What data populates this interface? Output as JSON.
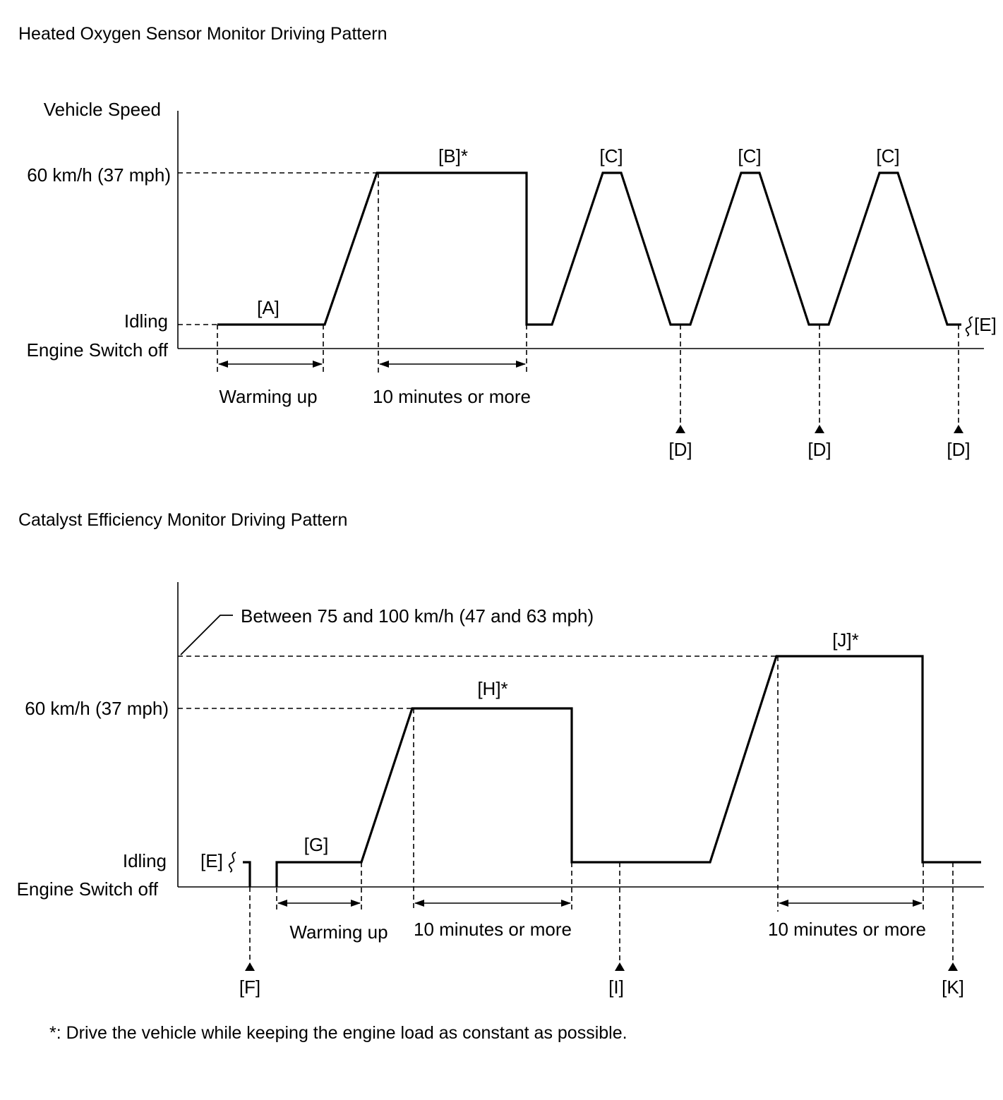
{
  "diagrams": [
    {
      "title": "Heated Oxygen Sensor Monitor Driving Pattern",
      "y_axis_label": "Vehicle Speed",
      "levels": {
        "speed_60": "60 km/h (37 mph)",
        "idling": "Idling",
        "engine_off": "Engine Switch off"
      },
      "phases": {
        "A": "[A]",
        "B": "[B]*",
        "C": "[C]",
        "D": "[D]",
        "E": "[E]"
      },
      "durations": {
        "warming_up": "Warming up",
        "ten_min": "10 minutes or more"
      }
    },
    {
      "title": "Catalyst Efficiency Monitor Driving Pattern",
      "levels": {
        "speed_high": "Between 75 and 100 km/h (47 and 63  mph)",
        "speed_60": "60 km/h (37 mph)",
        "idling": "Idling",
        "engine_off": "Engine Switch off"
      },
      "phases": {
        "E": "[E]",
        "F": "[F]",
        "G": "[G]",
        "H": "[H]*",
        "I": "[I]",
        "J": "[J]*",
        "K": "[K]"
      },
      "durations": {
        "warming_up": "Warming up",
        "ten_min_1": "10 minutes or more",
        "ten_min_2": "10 minutes or more"
      }
    }
  ],
  "footnote": "*: Drive the vehicle while keeping the engine load as constant as possible."
}
